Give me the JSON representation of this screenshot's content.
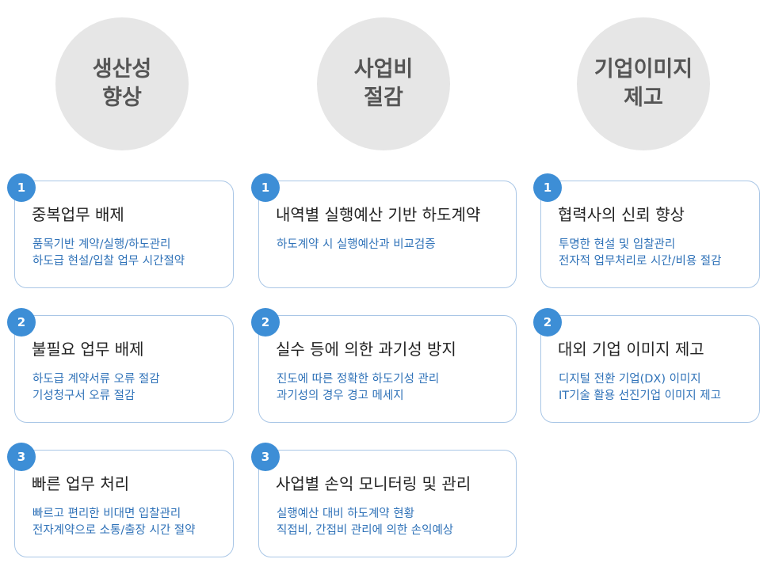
{
  "columns": [
    {
      "circle": [
        "생산성",
        "향상"
      ],
      "cards": [
        {
          "num": "1",
          "title": "중복업무 배제",
          "desc": [
            "품목기반 계약/실행/하도관리",
            "하도급 현설/입찰 업무 시간절약"
          ]
        },
        {
          "num": "2",
          "title": "불필요 업무 배제",
          "desc": [
            "하도급 계약서류 오류 절감",
            "기성청구서 오류 절감"
          ]
        },
        {
          "num": "3",
          "title": "빠른 업무 처리",
          "desc": [
            "빠르고 편리한 비대면 입찰관리",
            "전자계약으로 소통/출장 시간 절약"
          ]
        }
      ]
    },
    {
      "circle": [
        "사업비",
        "절감"
      ],
      "cards": [
        {
          "num": "1",
          "title": "내역별 실행예산 기반 하도계약",
          "desc": [
            "하도계약 시 실행예산과 비교검증"
          ]
        },
        {
          "num": "2",
          "title": "실수 등에 의한 과기성 방지",
          "desc": [
            "진도에 따른 정확한 하도기성 관리",
            "과기성의 경우 경고 메세지"
          ]
        },
        {
          "num": "3",
          "title": "사업별 손익 모니터링 및 관리",
          "desc": [
            "실행예산 대비 하도계약 현황",
            "직접비, 간접비 관리에 의한 손익예상"
          ]
        }
      ]
    },
    {
      "circle": [
        "기업이미지",
        "제고"
      ],
      "cards": [
        {
          "num": "1",
          "title": "협력사의 신뢰 향상",
          "desc": [
            "투명한 현설 및 입찰관리",
            "전자적 업무처리로 시간/비용 절감"
          ]
        },
        {
          "num": "2",
          "title": "대외 기업 이미지 제고",
          "desc": [
            "디지털 전환 기업(DX) 이미지",
            "IT기술 활용 선진기업 이미지 제고"
          ]
        }
      ]
    }
  ]
}
